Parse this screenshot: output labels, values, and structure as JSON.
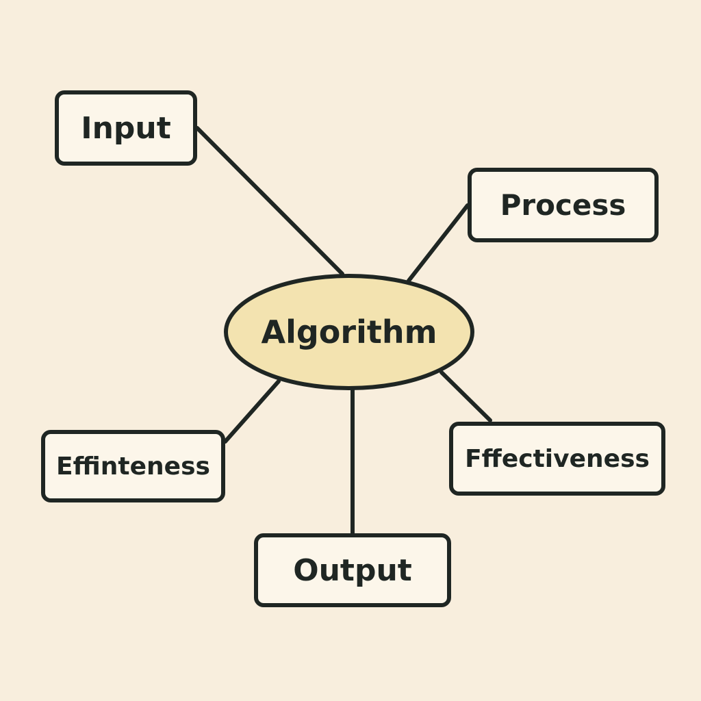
{
  "diagram": {
    "center": {
      "label": "Algorithm"
    },
    "nodes": [
      {
        "id": "input",
        "label": "Input"
      },
      {
        "id": "process",
        "label": "Process"
      },
      {
        "id": "efficiency",
        "label": "Effinteness"
      },
      {
        "id": "effectiveness",
        "label": "Fffectiveness"
      },
      {
        "id": "output",
        "label": "Output"
      }
    ],
    "colors": {
      "background": "#f8eedd",
      "center_fill": "#f3e3b0",
      "box_fill": "#fcf6ea",
      "stroke": "#1f2623"
    }
  }
}
